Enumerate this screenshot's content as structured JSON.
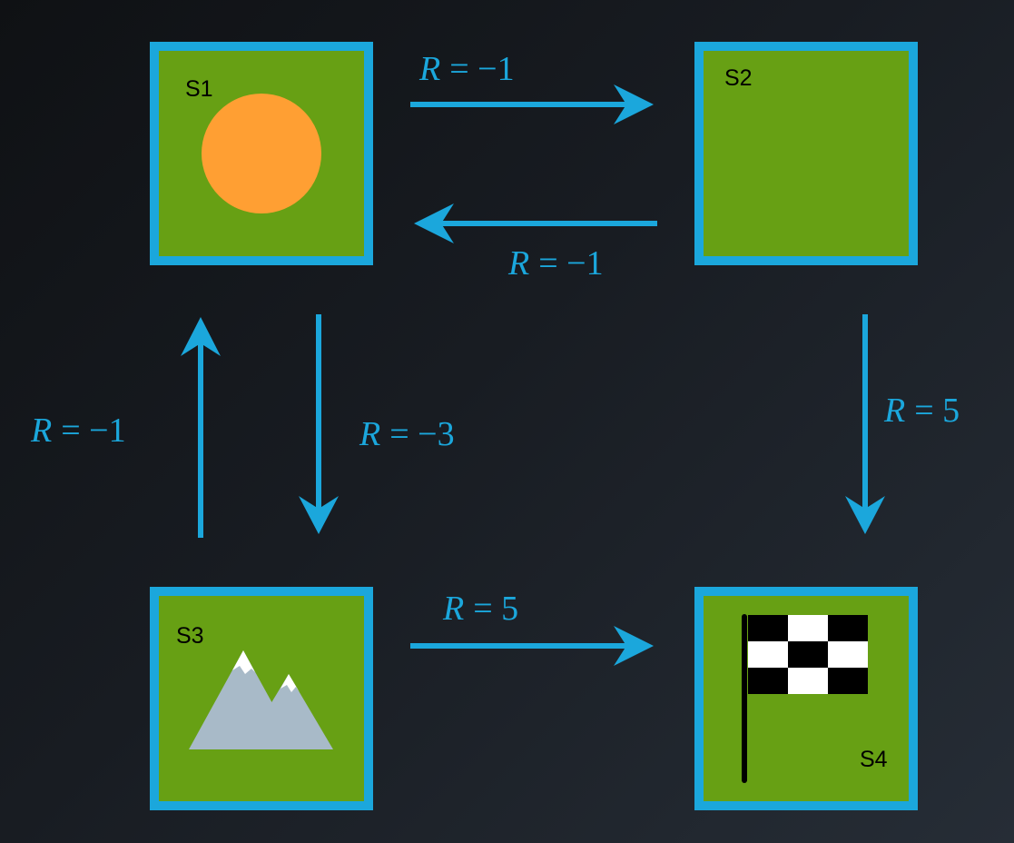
{
  "colors": {
    "accent": "#1ba7dc",
    "tile_fill": "#67a014",
    "sun": "#ff9f33",
    "mountain": "#a8bac8",
    "snow": "#ffffff",
    "flag_dark": "#000000",
    "flag_light": "#ffffff"
  },
  "states": [
    {
      "id": "s1",
      "label": "S1",
      "icon": "sun-icon"
    },
    {
      "id": "s2",
      "label": "S2",
      "icon": ""
    },
    {
      "id": "s3",
      "label": "S3",
      "icon": "mountain-icon"
    },
    {
      "id": "s4",
      "label": "S4",
      "icon": "checkered-flag-icon"
    }
  ],
  "transitions": [
    {
      "from": "S1",
      "to": "S2",
      "reward_var": "R",
      "reward_value": "= −1"
    },
    {
      "from": "S2",
      "to": "S1",
      "reward_var": "R",
      "reward_value": "= −1"
    },
    {
      "from": "S1",
      "to": "S3",
      "reward_var": "R",
      "reward_value": "= −3"
    },
    {
      "from": "S3",
      "to": "S1",
      "reward_var": "R",
      "reward_value": "= −1"
    },
    {
      "from": "S2",
      "to": "S4",
      "reward_var": "R",
      "reward_value": "= 5"
    },
    {
      "from": "S3",
      "to": "S4",
      "reward_var": "R",
      "reward_value": "= 5"
    }
  ]
}
